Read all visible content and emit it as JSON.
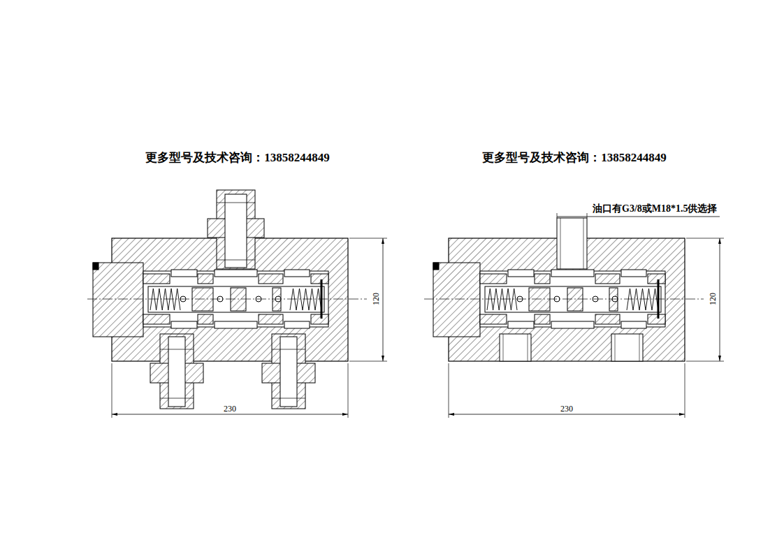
{
  "diagram": {
    "labels": [
      "更多型号及技术咨询：13858244849",
      "230",
      "120",
      "更多型号及技术咨询：13858244849",
      "油口有G3/8或M18*1.5供选择",
      "230",
      "120"
    ]
  }
}
